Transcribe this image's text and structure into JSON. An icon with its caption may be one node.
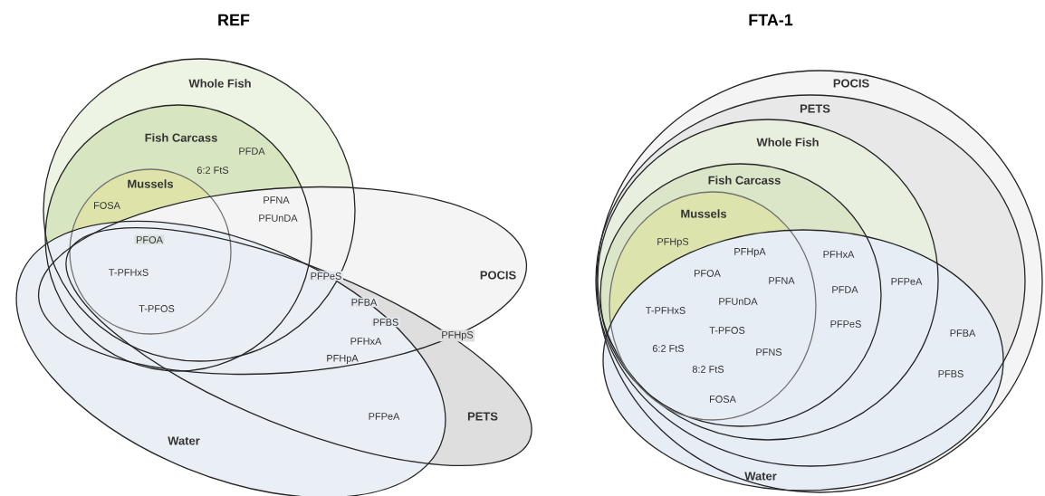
{
  "diagram": {
    "nodes": [
      {
        "text": [
          "Whole Fish"
        ]
      },
      {
        "text": [
          "Fish Carcass"
        ],
        "in": 0
      },
      {
        "text": [
          "Mussels"
        ],
        "in": 1
      },
      {
        "text": [
          "POCIS"
        ]
      },
      {
        "text": [
          "PETS"
        ]
      },
      {
        "text": [
          "Water"
        ]
      },
      {
        "text": [
          "POCIS"
        ]
      },
      {
        "text": [
          "PETS"
        ],
        "in": 6
      },
      {
        "text": [
          "Whole Fish"
        ],
        "in": 7
      },
      {
        "text": [
          "Fish Carcass"
        ],
        "in": 8
      },
      {
        "text": [
          "Mussels"
        ],
        "in": 9
      },
      {
        "text": [
          "Water"
        ],
        "in": 6
      }
    ],
    "labels": [
      "REF",
      "FTA-1",
      "PFDA",
      "6:2 FtS",
      "FOSA",
      "PFNA",
      "PFUnDA",
      "PFOA",
      "T-PFHxS",
      "T-PFOS",
      "PFPeS",
      "PFBA",
      "PFBS",
      "PFHxA",
      "PFHpS",
      "PFHpA",
      "PFPeA",
      "PFHpS",
      "PFHpA",
      "PFHxA",
      "PFOA",
      "PFNA",
      "PFPeA",
      "PFDA",
      "PFUnDA",
      "T-PFHxS",
      "PFPeS",
      "T-PFOS",
      "PFBA",
      "6:2 FtS",
      "PFNS",
      "8:2 FtS",
      "PFBS",
      "FOSA"
    ]
  }
}
